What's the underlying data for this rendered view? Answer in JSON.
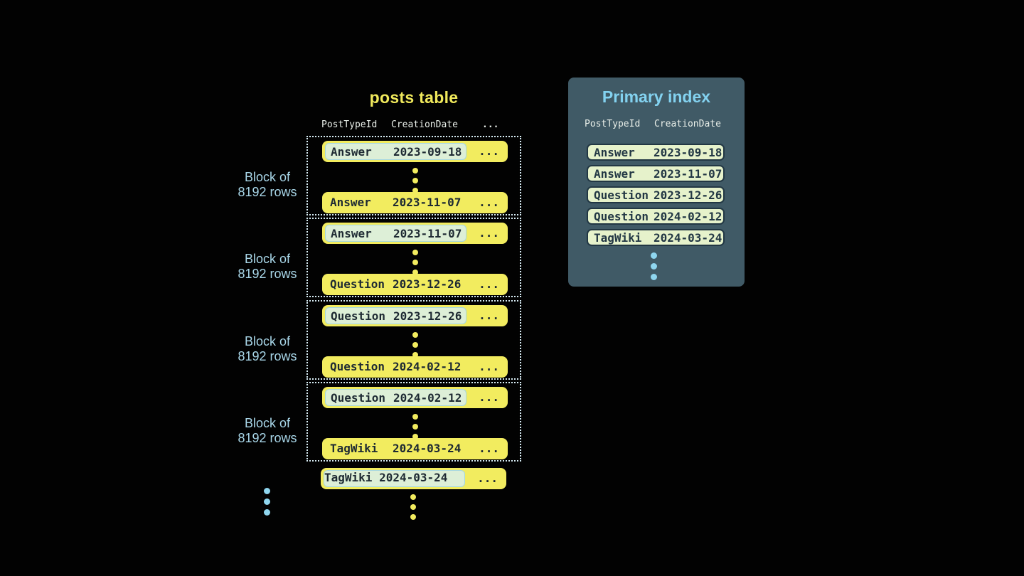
{
  "posts_table": {
    "title": "posts table",
    "headers": {
      "col1": "PostTypeId",
      "col2": "CreationDate",
      "more": "..."
    },
    "block_label": {
      "line1": "Block of",
      "line2": "8192 rows"
    },
    "row_ellipsis": "...",
    "blocks": [
      {
        "first": {
          "type": "Answer",
          "date": "2023-09-18"
        },
        "last": {
          "type": "Answer",
          "date": "2023-11-07"
        }
      },
      {
        "first": {
          "type": "Answer",
          "date": "2023-11-07"
        },
        "last": {
          "type": "Question",
          "date": "2023-12-26"
        }
      },
      {
        "first": {
          "type": "Question",
          "date": "2023-12-26"
        },
        "last": {
          "type": "Question",
          "date": "2024-02-12"
        }
      },
      {
        "first": {
          "type": "Question",
          "date": "2024-02-12"
        },
        "last": {
          "type": "TagWiki",
          "date": "2024-03-24"
        }
      }
    ],
    "tail_row": {
      "type": "TagWiki",
      "date": "2024-03-24"
    }
  },
  "primary_index": {
    "title": "Primary index",
    "headers": {
      "col1": "PostTypeId",
      "col2": "CreationDate"
    },
    "rows": [
      {
        "type": "Answer",
        "date": "2023-09-18"
      },
      {
        "type": "Answer",
        "date": "2023-11-07"
      },
      {
        "type": "Question",
        "date": "2023-12-26"
      },
      {
        "type": "Question",
        "date": "2024-02-12"
      },
      {
        "type": "TagWiki",
        "date": "2024-03-24"
      }
    ]
  },
  "colors": {
    "background": "#020202",
    "row_yellow": "#f2ec5f",
    "title_yellow": "#f0e95c",
    "highlight_fill": "#ddefd7",
    "highlight_border": "#a4d7e2",
    "block_border_dotted": "#d7ecf4",
    "block_label_blue": "#a9d7e9",
    "panel_slate": "#405a66",
    "panel_title_blue": "#83d2f0",
    "index_row_fill": "#e6f2cb",
    "index_row_border": "#223744",
    "dots_blue": "#8fd6ef",
    "header_text": "#e9efe9",
    "row_text_dark": "#1e2a33"
  }
}
